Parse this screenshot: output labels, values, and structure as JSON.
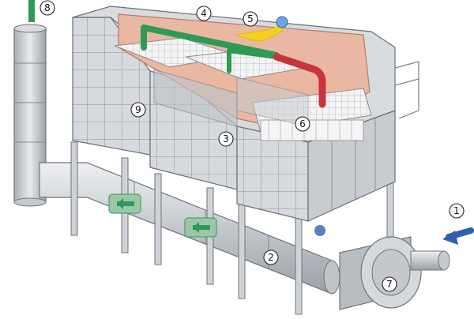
{
  "diagram": {
    "type": "industrial-equipment-illustration",
    "components": [
      {
        "id": "c1",
        "number": "1"
      },
      {
        "id": "c2",
        "number": "2"
      },
      {
        "id": "c3",
        "number": "3"
      },
      {
        "id": "c4",
        "number": "4"
      },
      {
        "id": "c5",
        "number": "5"
      },
      {
        "id": "c6",
        "number": "6"
      },
      {
        "id": "c7",
        "number": "7"
      },
      {
        "id": "c8",
        "number": "8"
      },
      {
        "id": "c9",
        "number": "9"
      }
    ],
    "flow_colors": {
      "inlet": "#2f5fb0",
      "green_duct": "#2e9a55",
      "red_duct": "#c8343a",
      "chamber": "#e9b7a2",
      "frame": "#c9ccd1",
      "burner": "#f2d21e"
    }
  }
}
